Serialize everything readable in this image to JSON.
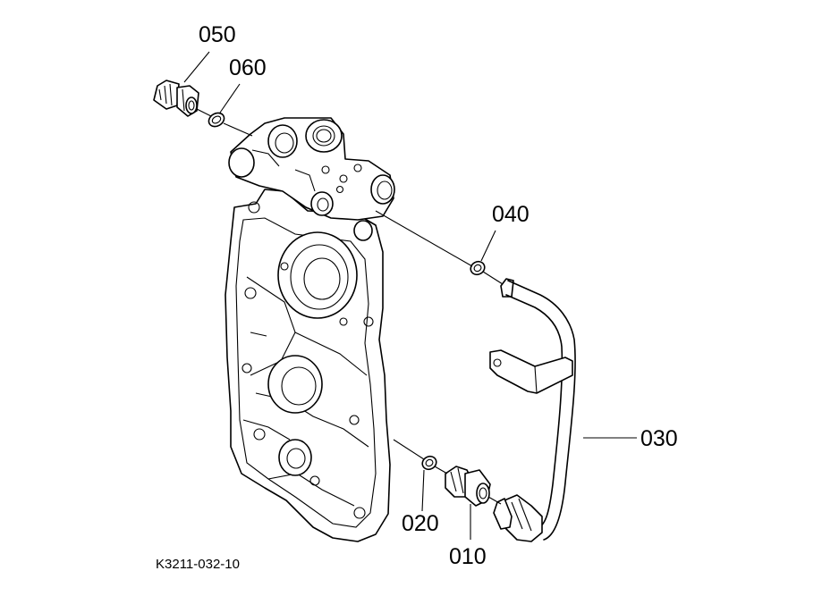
{
  "labels": {
    "p010": "010",
    "p020": "020",
    "p030": "030",
    "p040": "040",
    "p050": "050",
    "p060": "060"
  },
  "drawing_code": "K3211-032-10",
  "colors": {
    "line": "#000000",
    "background": "#ffffff"
  }
}
